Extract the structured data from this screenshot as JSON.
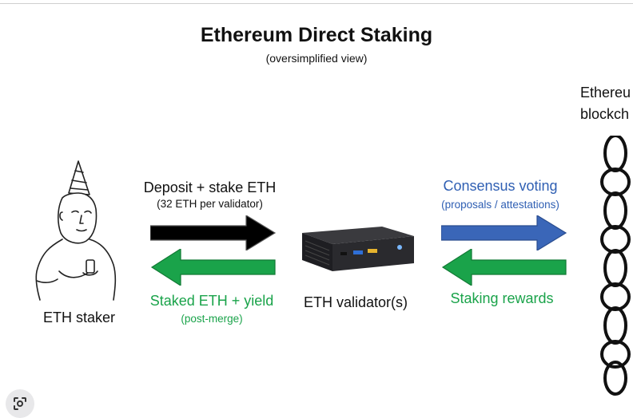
{
  "diagram": {
    "title": "Ethereum Direct Staking",
    "subtitle": "(oversimplified view)",
    "nodes": {
      "staker": {
        "label": "ETH staker",
        "icon": "wojak-party-hat-icon"
      },
      "validator": {
        "label": "ETH validator(s)",
        "icon": "mini-pc-icon"
      },
      "blockchain": {
        "label_line1": "Ethereu",
        "label_line2": "blockch",
        "icon": "chain-links-icon"
      }
    },
    "flows": {
      "deposit": {
        "label": "Deposit + stake ETH",
        "sublabel": "(32 ETH per validator)",
        "color": "#000000",
        "direction": "right"
      },
      "staked_yield": {
        "label": "Staked ETH + yield",
        "sublabel": "(post-merge)",
        "color": "#1aa34a",
        "direction": "left"
      },
      "consensus": {
        "label": "Consensus voting",
        "sublabel": "(proposals / attestations)",
        "color": "#3a66b8",
        "direction": "right"
      },
      "rewards": {
        "label": "Staking rewards",
        "sublabel": "",
        "color": "#1aa34a",
        "direction": "left"
      }
    }
  },
  "overlay": {
    "icon": "lens-search-icon"
  },
  "colors": {
    "green_text": "#1aa34a",
    "blue_text": "#2f5fb3",
    "black_text": "#111111"
  }
}
